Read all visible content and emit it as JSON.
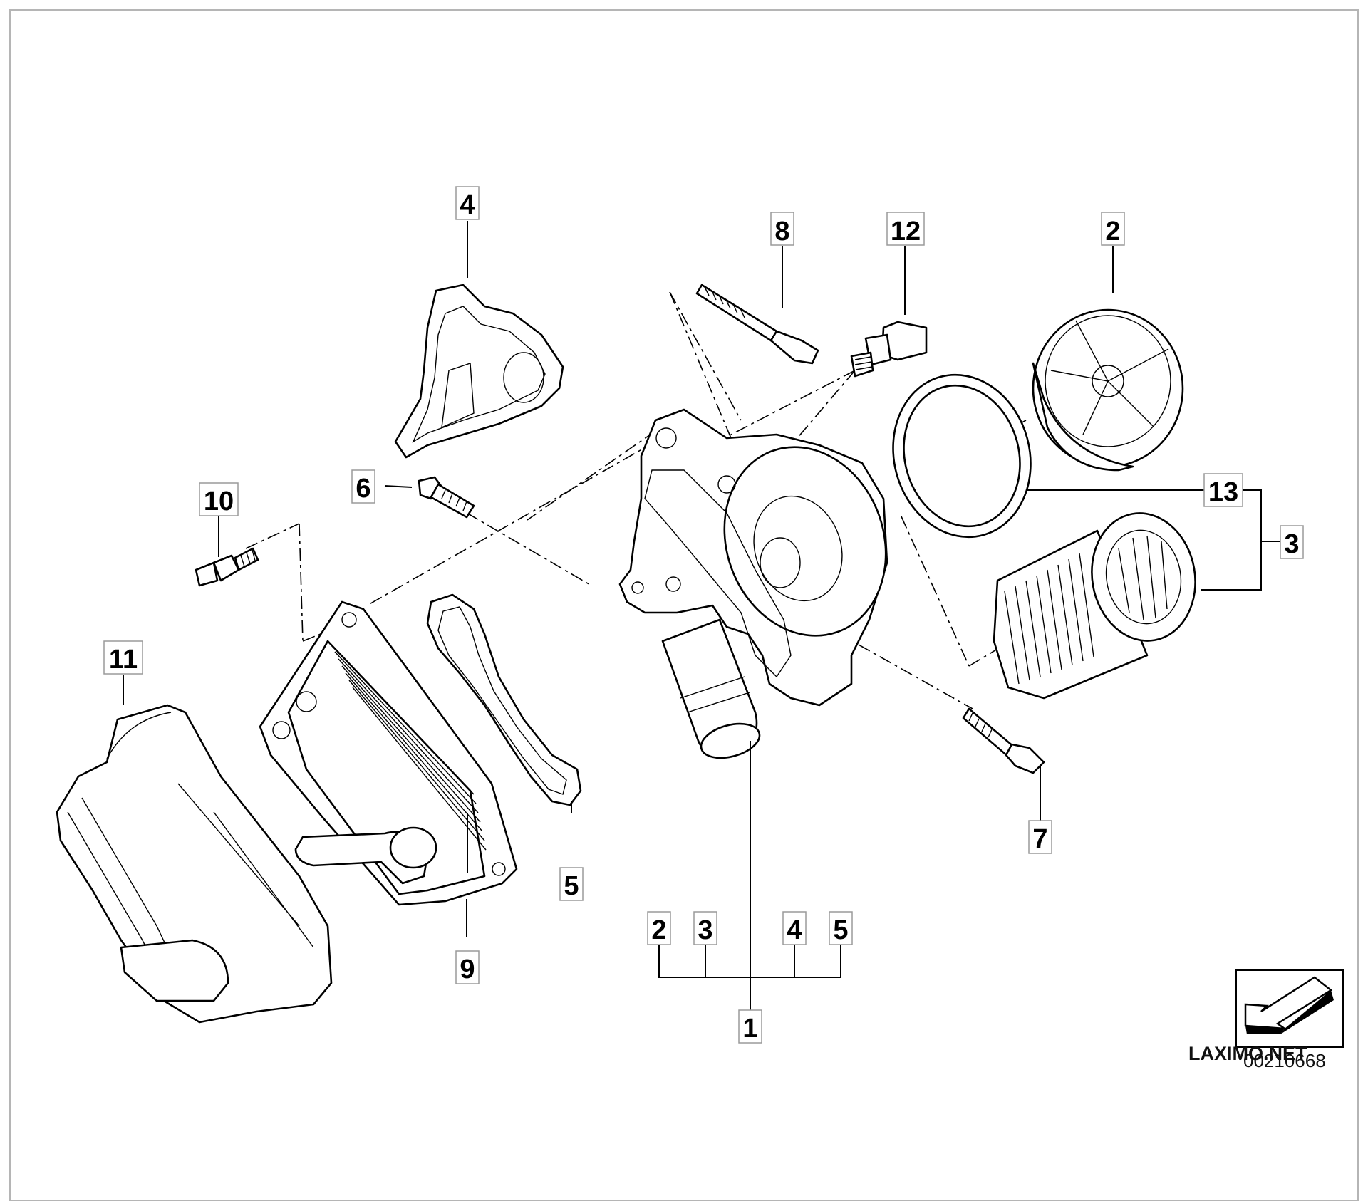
{
  "callouts": {
    "c1": "1",
    "c2_top": "2",
    "c2_bottom": "2",
    "c3_right": "3",
    "c3_bottom": "3",
    "c4_top": "4",
    "c4_bottom": "4",
    "c5_left": "5",
    "c5_bottom": "5",
    "c6": "6",
    "c7": "7",
    "c8": "8",
    "c9": "9",
    "c10": "10",
    "c11": "11",
    "c12": "12",
    "c13": "13"
  },
  "footer": {
    "brand": "LAXIMO.NET",
    "diagram_code": "00210668"
  }
}
